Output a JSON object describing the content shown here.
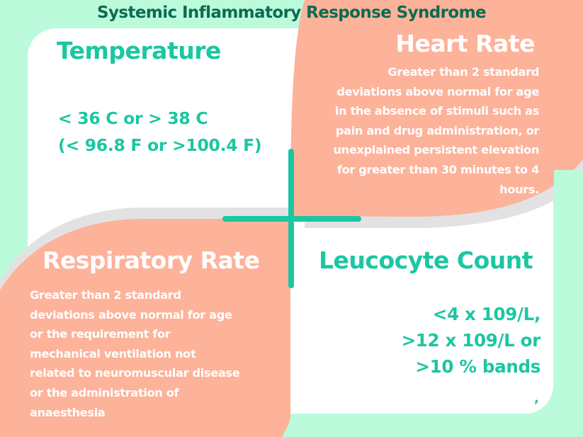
{
  "title": "Systemic Inflammatory Response Syndrome",
  "colors": {
    "background": "#bbfbdb",
    "card": "#ffffff",
    "salmon": "#fdb29a",
    "teal": "#1cc6a2",
    "title": "#0c6b50",
    "shadow": "#e2e2e2"
  },
  "quadrants": {
    "temperature": {
      "heading": "Temperature",
      "value": "< 36 C or > 38 C\n(< 96.8 F or >100.4 F)"
    },
    "heart_rate": {
      "heading": "Heart Rate",
      "description": "Greater than 2 standard\ndeviations above normal for age\nin the absence of stimuli such as\npain and drug administration, or\nunexplained persistent elevation\nfor greater than 30 minutes to 4\nhours."
    },
    "respiratory_rate": {
      "heading": "Respiratory Rate",
      "description": "Greater than 2 standard\ndeviations above normal for age\nor the requirement for\nmechanical ventilation not\nrelated to neuromuscular disease\nor the administration of\nanaesthesia"
    },
    "leucocyte_count": {
      "heading": "Leucocyte Count",
      "value": "<4 x 109/L,\n>12 x 109/L or\n>10 % bands",
      "trailing_mark": ","
    }
  },
  "divider": {
    "icon": "cross-divider"
  }
}
